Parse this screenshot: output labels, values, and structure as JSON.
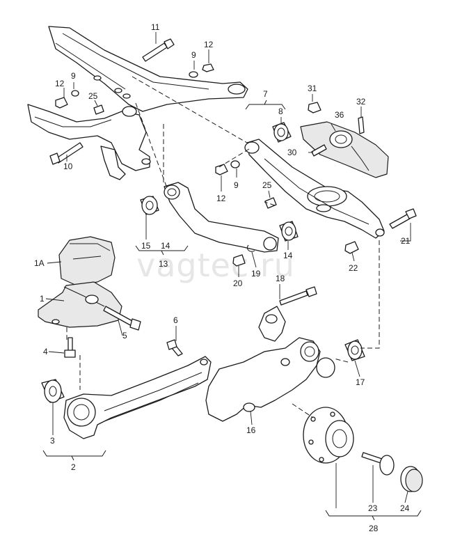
{
  "watermark": "vagtec.ru",
  "callouts": [
    {
      "id": "c11",
      "text": "11"
    },
    {
      "id": "c9a",
      "text": "9"
    },
    {
      "id": "c12a",
      "text": "12"
    },
    {
      "id": "c9b",
      "text": "9"
    },
    {
      "id": "c12b",
      "text": "12"
    },
    {
      "id": "c25a",
      "text": "25"
    },
    {
      "id": "c10",
      "text": "10"
    },
    {
      "id": "c7",
      "text": "7"
    },
    {
      "id": "c8",
      "text": "8"
    },
    {
      "id": "c31",
      "text": "31"
    },
    {
      "id": "c32",
      "text": "32"
    },
    {
      "id": "c36",
      "text": "36"
    },
    {
      "id": "c30",
      "text": "30"
    },
    {
      "id": "c9c",
      "text": "9"
    },
    {
      "id": "c12c",
      "text": "12"
    },
    {
      "id": "c25b",
      "text": "25"
    },
    {
      "id": "c21",
      "text": "21"
    },
    {
      "id": "c22",
      "text": "22"
    },
    {
      "id": "c15",
      "text": "15"
    },
    {
      "id": "c14a",
      "text": "14"
    },
    {
      "id": "c13",
      "text": "13"
    },
    {
      "id": "c14b",
      "text": "14"
    },
    {
      "id": "c19",
      "text": "19"
    },
    {
      "id": "c20",
      "text": "20"
    },
    {
      "id": "c1A",
      "text": "1A"
    },
    {
      "id": "c1",
      "text": "1"
    },
    {
      "id": "c5",
      "text": "5"
    },
    {
      "id": "c4",
      "text": "4"
    },
    {
      "id": "c18",
      "text": "18"
    },
    {
      "id": "c6",
      "text": "6"
    },
    {
      "id": "c17",
      "text": "17"
    },
    {
      "id": "c16",
      "text": "16"
    },
    {
      "id": "c3",
      "text": "3"
    },
    {
      "id": "c2",
      "text": "2"
    },
    {
      "id": "c23",
      "text": "23"
    },
    {
      "id": "c24",
      "text": "24"
    },
    {
      "id": "c28",
      "text": "28"
    }
  ]
}
